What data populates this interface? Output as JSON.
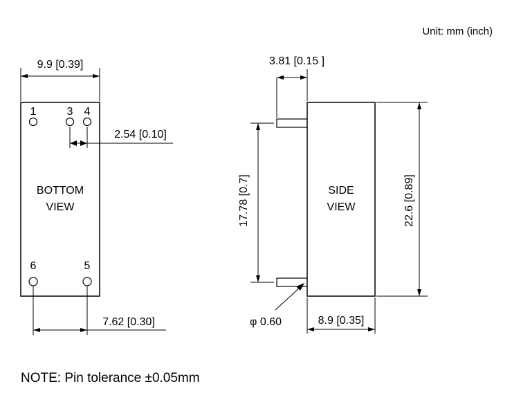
{
  "unit_label": "Unit: mm (inch)",
  "bottom_view": {
    "label_line1": "BOTTOM",
    "label_line2": "VIEW",
    "width_dim": "9.9 [0.39]",
    "pin_pitch_dim": "2.54 [0.10]",
    "row_spacing_dim": "7.62 [0.30]",
    "pins": [
      "1",
      "3",
      "4",
      "6",
      "5"
    ]
  },
  "side_view": {
    "label_line1": "SIDE",
    "label_line2": "VIEW",
    "pin_length_dim": "3.81 [0.15 ]",
    "pin_span_dim": "17.78 [0.7]",
    "height_dim": "22.6 [0.89]",
    "depth_dim": "8.9 [0.35]",
    "pin_diameter": "φ 0.60"
  },
  "note": "NOTE: Pin tolerance ±0.05mm"
}
